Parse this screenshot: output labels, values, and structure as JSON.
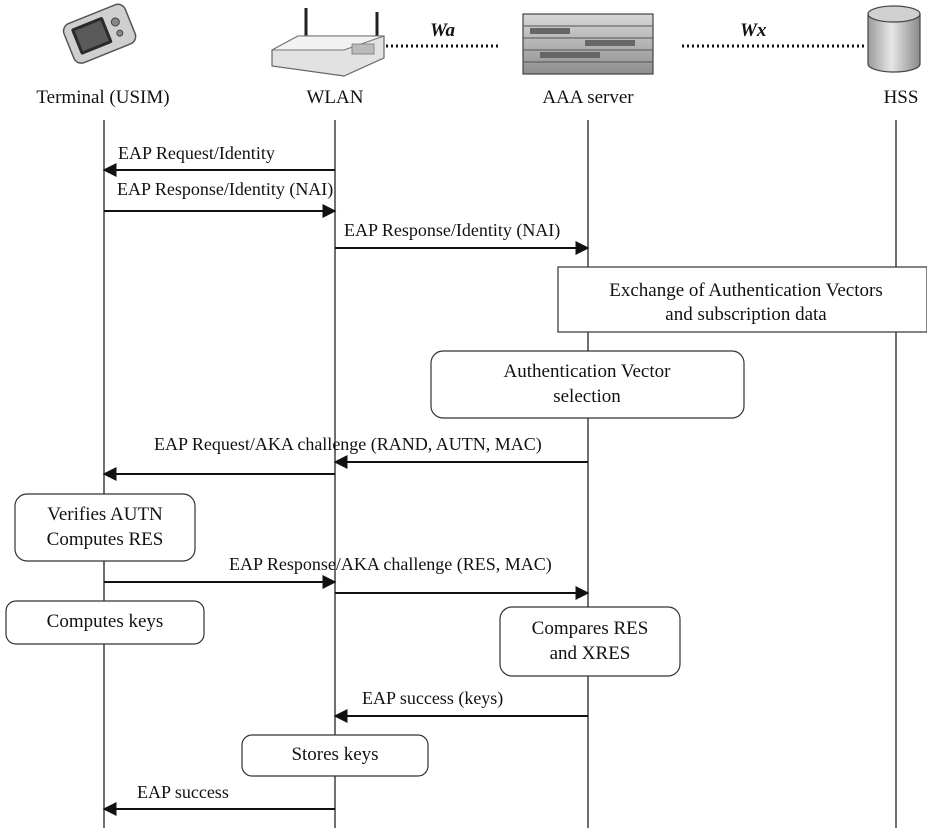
{
  "actors": [
    {
      "id": "terminal",
      "label": "Terminal (USIM)",
      "icon": "pda-handheld-icon"
    },
    {
      "id": "wlan",
      "label": "WLAN",
      "icon": "wireless-router-icon"
    },
    {
      "id": "aaa",
      "label": "AAA server",
      "icon": "rack-server-icon"
    },
    {
      "id": "hss",
      "label": "HSS",
      "icon": "database-cylinder-icon"
    }
  ],
  "interfaces": [
    {
      "label": "Wa",
      "between": [
        "wlan",
        "aaa"
      ]
    },
    {
      "label": "Wx",
      "between": [
        "aaa",
        "hss"
      ]
    }
  ],
  "messages": [
    {
      "label": "EAP Request/Identity",
      "from": "wlan",
      "to": "terminal"
    },
    {
      "label": "EAP Response/Identity (NAI)",
      "from": "terminal",
      "to": "wlan"
    },
    {
      "label": "EAP Response/Identity (NAI)",
      "from": "wlan",
      "to": "aaa"
    },
    {
      "label": "EAP Request/AKA challenge (RAND, AUTN, MAC)",
      "from": "aaa",
      "to": "wlan"
    },
    {
      "label": "",
      "from": "wlan",
      "to": "terminal"
    },
    {
      "label": "EAP Response/AKA challenge (RES, MAC)",
      "from": "terminal",
      "to": "wlan"
    },
    {
      "label": "",
      "from": "wlan",
      "to": "aaa"
    },
    {
      "label": "EAP success (keys)",
      "from": "aaa",
      "to": "wlan"
    },
    {
      "label": "EAP success",
      "from": "wlan",
      "to": "terminal"
    }
  ],
  "boxes": [
    {
      "lines": [
        "Exchange of Authentication Vectors",
        "and subscription data"
      ],
      "rounded": false
    },
    {
      "lines": [
        "Authentication Vector",
        "selection"
      ],
      "rounded": true
    },
    {
      "lines": [
        "Verifies AUTN",
        "Computes RES"
      ],
      "rounded": true
    },
    {
      "lines": [
        "Computes keys"
      ],
      "rounded": true
    },
    {
      "lines": [
        "Compares RES",
        "and XRES"
      ],
      "rounded": true
    },
    {
      "lines": [
        "Stores keys"
      ],
      "rounded": true
    }
  ]
}
